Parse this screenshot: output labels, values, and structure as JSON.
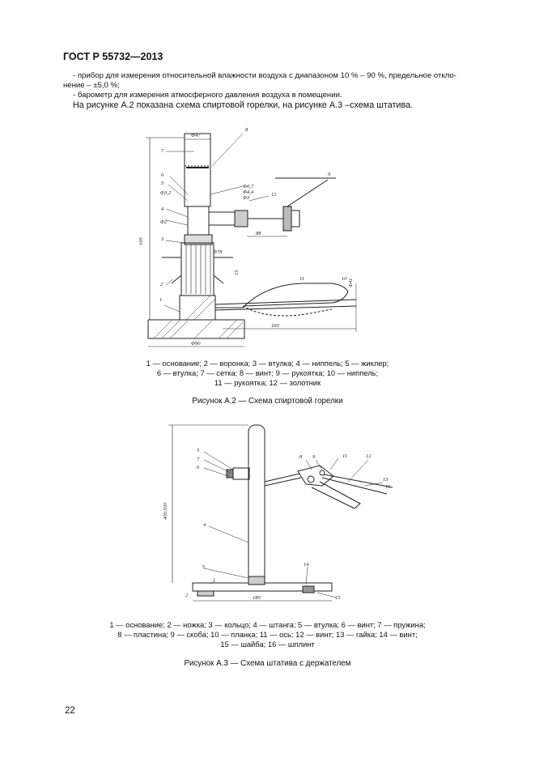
{
  "header": "ГОСТ Р 55732—2013",
  "intro": {
    "line1": "- прибор для измерения относительной влажности воздуха с диапазоном 10 % – 90 %, предельное откло-",
    "line1b": "нение – ±5,0 %;",
    "line2": "- барометр для измерения атмосферного давления воздуха в  помещении.",
    "line3": "На рисунке А.2 показана схема спиртовой горелки,  на рисунке А.3 –схема штатива."
  },
  "figure2": {
    "dims": {
      "height": "195",
      "d47": "Φ47",
      "d07": "Φ0,7",
      "d44": "Φ4,4",
      "d3": "Φ3",
      "d32": "Φ3,2",
      "dia2": "Φ2",
      "d78": "Φ78",
      "h15": "15",
      "d41": "Φ41",
      "l88": "88",
      "l160": "160",
      "base": "Φ90"
    },
    "callouts": [
      "1",
      "2",
      "3",
      "4",
      "5",
      "6",
      "7",
      "8",
      "9",
      "10",
      "11",
      "12"
    ],
    "legend_line1": "1 — основание; 2 — воронка; 3 — втулка; 4 — ниппель; 5 — жиклер;",
    "legend_line2": "6 — втулка; 7 — сетка; 8 — винт; 9 — рукоятка; 10 — ниппель;",
    "legend_line3": "11 — рукоятка; 12 — золотник",
    "title": "Рисунок А.2 — Схема спиртовой горелки"
  },
  "figure3": {
    "dims": {
      "height": "400.500",
      "base": "180"
    },
    "callouts": [
      "1",
      "2",
      "4",
      "5",
      "6",
      "7",
      "8",
      "9",
      "11",
      "12",
      "13",
      "14",
      "15",
      "16"
    ],
    "legend_line1": "1 — основание; 2 — ножка; 3 — кольцо; 4 — штанга; 5 — втулка; 6 — винт; 7 — пружина;",
    "legend_line2": "8 — пластина; 9 — скоба; 10 — планка; 11 — ось; 12 — винт; 13 — гайка; 14 — винт;",
    "legend_line3": "15 — шайба; 16 — шплинт",
    "title": "Рисунок А.3 — Схема штатива с держателем"
  },
  "page_number": "22"
}
